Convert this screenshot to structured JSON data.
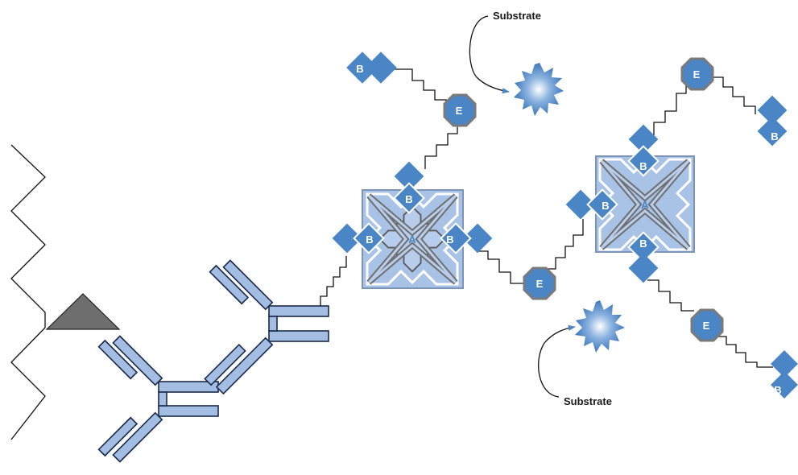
{
  "colors": {
    "diamond": "#4a86c5",
    "antibody": "#a3bde3",
    "avidin_fill": "#a9c3e6",
    "avidin_edge": "#6f6f6f",
    "enzyme": "#4a86c5",
    "substrate": "#4a86c5",
    "antigen": "#6e6e6e"
  },
  "labels": {
    "biotin": "B",
    "avidin": "A",
    "enzyme": "E"
  },
  "substrates": [
    {
      "label": "Substrate"
    },
    {
      "label": "Substrate"
    }
  ],
  "icons": {
    "biotin": "diamond-icon",
    "avidin": "cross-arrow-icon",
    "enzyme": "octagon-icon",
    "substrate": "starburst-icon",
    "antigen": "triangle-icon",
    "antibody": "y-shape-icon"
  }
}
